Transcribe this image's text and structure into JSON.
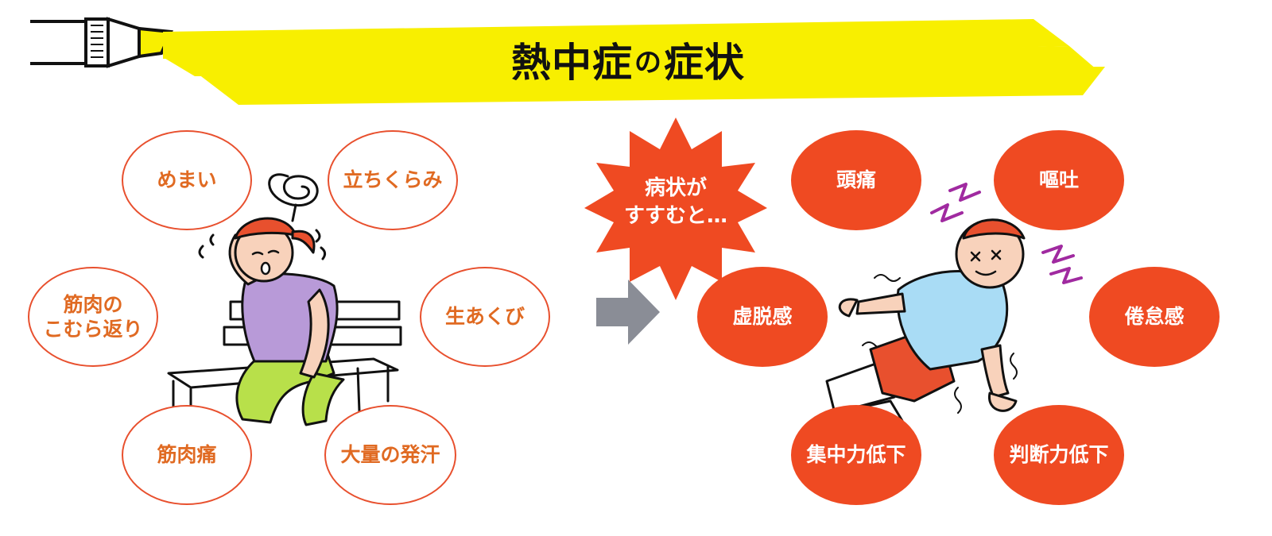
{
  "header": {
    "title_part1": "熱中症",
    "title_no": "の",
    "title_part2": "症状"
  },
  "mild_symptoms": [
    "めまい",
    "立ちくらみ",
    "筋肉の",
    "こむら返り",
    "生あくび",
    "筋肉痛",
    "大量の発汗"
  ],
  "progress": {
    "line1": "病状が",
    "line2": "すすむと…"
  },
  "severe_symptoms": [
    "頭痛",
    "嘔吐",
    "虚脱感",
    "倦怠感",
    "集中力低下",
    "判断力低下"
  ],
  "colors": {
    "banner_yellow": "#f8ef00",
    "accent_orange": "#ef4a22",
    "outline_orange": "#e8502e",
    "text_orange": "#e06a22",
    "arrow_gray": "#8a8d96",
    "woman_shirt": "#b89ad8",
    "woman_pants": "#b8e04a",
    "man_shirt": "#a9dcf5",
    "man_shorts": "#e8502e",
    "shock_marks": "#a02aa0"
  }
}
